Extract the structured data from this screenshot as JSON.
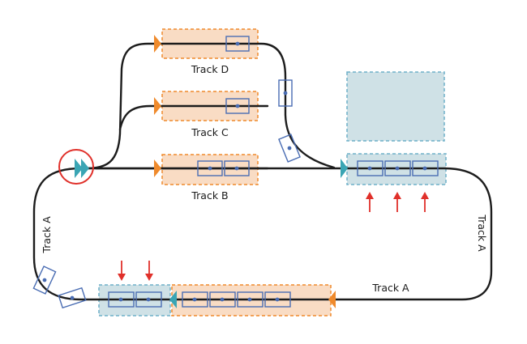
{
  "labels": {
    "track_d": "Track D",
    "track_c": "Track C",
    "track_b": "Track B",
    "track_a_left": "Track A",
    "track_a_right": "Track A",
    "track_a_bottom": "Track A"
  },
  "colors": {
    "rail": "#1c1c1c",
    "orange_fill": "#f9dcc4",
    "orange_stroke": "#ef8a2c",
    "blue_fill": "#cfe1e6",
    "blue_stroke": "#6fb0c9",
    "car_stroke": "#4a6db3",
    "teal_arrow": "#3aa5b4",
    "orange_arrow": "#ef8a2c",
    "red_marker": "#e0302a"
  }
}
